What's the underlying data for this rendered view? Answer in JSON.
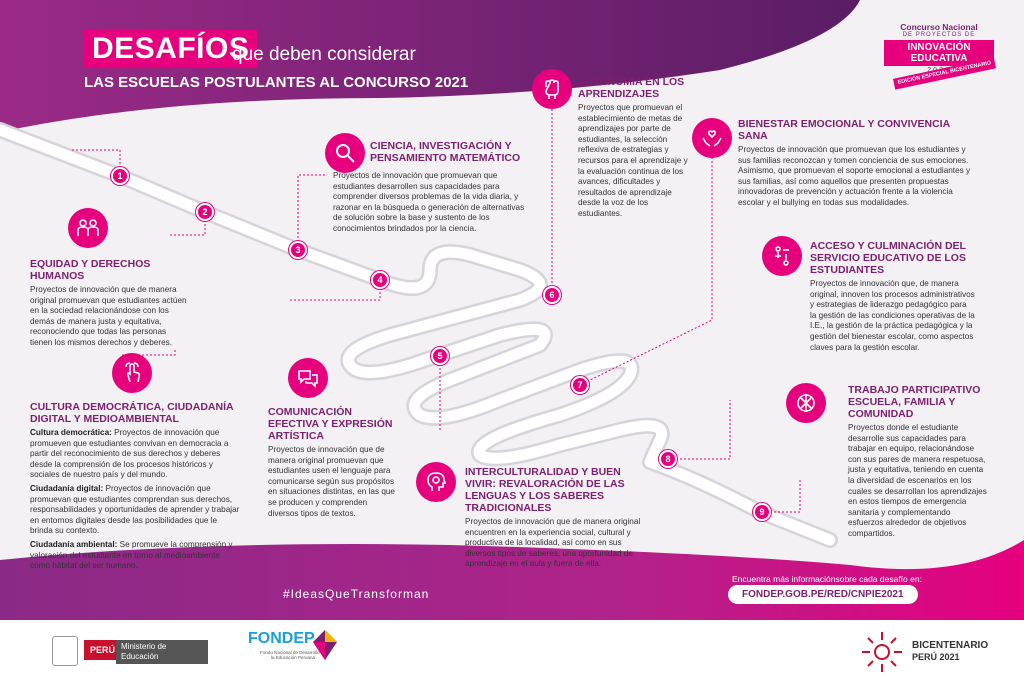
{
  "header": {
    "title_highlight": "DESAFÍOS",
    "title_rest": "que deben considerar",
    "title_line2": "LAS ESCUELAS POSTULANTES AL CONCURSO 2021"
  },
  "badge": {
    "line1": "Concurso Nacional",
    "line2": "DE PROYECTOS DE",
    "line3": "INNOVACIÓN EDUCATIVA",
    "year": "2021",
    "special": "EDICIÓN ESPECIAL BICENTENARIO"
  },
  "steps": [
    "1",
    "2",
    "3",
    "4",
    "5",
    "6",
    "7",
    "8",
    "9"
  ],
  "sections": {
    "equidad": {
      "title": "EQUIDAD Y  DERECHOS HUMANOS",
      "body": "Proyectos de innovación que de manera original promuevan que estudiantes actúen en la sociedad relacionándose con los demás de manera justa y equitativa, reconociendo que todas las personas tienen los mismos derechos y deberes."
    },
    "cultura": {
      "title": "CULTURA DEMOCRÁTICA, CIUDADANÍA DIGITAL Y MEDIOAMBIENTAL",
      "p1_label": "Cultura democrática:",
      "p1": " Proyectos de innovación que promueven que estudiantes convivan en democracia a partir del reconocimiento de sus derechos y deberes desde la comprensión de los procesos históricos y sociales de nuestro país y del mundo.",
      "p2_label": "Ciudadanía digital:",
      "p2": " Proyectos de innovación que promuevan que estudiantes comprendan sus derechos, responsabilidades y oportunidades de aprender y trabajar en entornos digitales desde las posibilidades que le brinda su contexto.",
      "p3_label": "Ciudadanía ambiental:",
      "p3": " Se promueve la comprensión y valoración del estudiante en torno al medioambiente como hábitat del ser humano."
    },
    "ciencia": {
      "title": "CIENCIA, INVESTIGACIÓN Y PENSAMIENTO MATEMÁTICO",
      "body": "Proyectos de innovación que promuevan que estudiantes desarrollen sus capacidades para comprender diversos problemas de la vida diaria, y razonar en la búsqueda o generación de alternativas de solución sobre la base y sustento de los conocimientos brindados por la ciencia."
    },
    "comunicacion": {
      "title": "COMUNICACIÓN EFECTIVA Y EXPRESIÓN ARTÍSTICA",
      "body": "Proyectos de innovación que de manera original promuevan que estudiantes usen el lenguaje para comunicarse según sus propósitos en situaciones distintas, en las que se producen y comprenden diversos tipos de textos."
    },
    "autonomia": {
      "title": "AUTONOMÍA EN LOS APRENDIZAJES",
      "body": "Proyectos que promuevan el establecimiento de metas de aprendizajes por parte de estudiantes, la selección reflexiva de estrategias y recursos para el aprendizaje y la evaluación continua de los avances, dificultades y resultados de aprendizaje desde la voz de los estudiantes."
    },
    "intercultural": {
      "title": "INTERCULTURALIDAD Y BUEN VIVIR: REVALORACIÓN DE LAS LENGUAS Y LOS SABERES TRADICIONALES",
      "body": "Proyectos de innovación que de manera original encuentren en la experiencia social, cultural y productiva de la localidad, así como en sus diversos tipos de saberes, una oportunidad de aprendizaje en el aula y fuera de ella."
    },
    "bienestar": {
      "title": "BIENESTAR EMOCIONAL Y CONVIVENCIA SANA",
      "body": "Proyectos de innovación que promuevan que los estudiantes y sus familias reconozcan y tomen conciencia de sus emociones. Asimismo, que promuevan el soporte emocional a estudiantes y sus familias, así como aquellos que presenten propuestas innovadoras de prevención y actuación frente a la violencia escolar y el bullying en todas sus modalidades."
    },
    "acceso": {
      "title": "ACCESO Y CULMINACIÓN DEL SERVICIO EDUCATIVO DE LOS ESTUDIANTES",
      "body": "Proyectos de innovación que, de manera original, innoven los procesos administrativos y estrategias de liderazgo pedagógico para la gestión de las condiciones operativas de la I.E., la gestión de la práctica pedagógica y la gestión del bienestar escolar, como aspectos claves para la gestión escolar."
    },
    "trabajo": {
      "title": "TRABAJO PARTICIPATIVO ESCUELA, FAMILIA Y COMUNIDAD",
      "body": "Proyectos donde el estudiante desarrolle sus capacidades para trabajar en equipo, relacionándose con sus pares de manera respetuosa, justa y equitativa, teniendo en cuenta la diversidad de escenarios en los cuales se desarrollan los aprendizajes en estos tiempos de emergencia sanitaria y complementando esfuerzos alrededor de objetivos compartidos."
    }
  },
  "hashtag": "#IdeasQueTransforman",
  "info": {
    "text": "Encuentra más informaciónsobre cada desafío en:",
    "url": "FONDEP.GOB.PE/RED/CNPIE2021"
  },
  "footer": {
    "peru": "PERÚ",
    "ministry": "Ministerio de Educación",
    "fondep": "FONDEP",
    "fondep_sub": "Fondo Nacional de Desarrollo de la Educación Peruana",
    "bicentenario": "BICENTENARIO",
    "bicentenario_sub": "PERÚ 2021"
  },
  "colors": {
    "magenta": "#e6007e",
    "purple": "#7b1f6e",
    "dark_purple": "#5a1d66"
  }
}
